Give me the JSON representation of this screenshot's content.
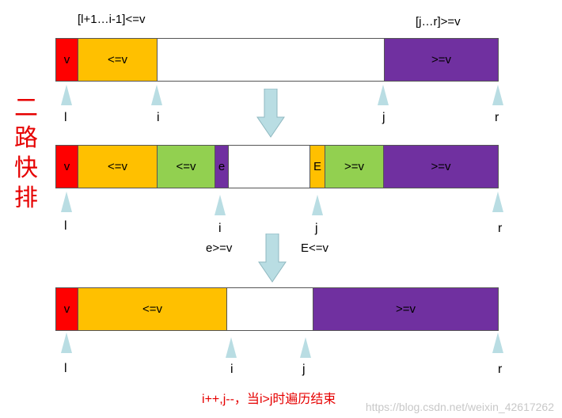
{
  "title_side": [
    "二",
    "路",
    "快",
    "排"
  ],
  "top_annotations": {
    "left": "[l+1…i-1]<=v",
    "right": "[j…r]>=v"
  },
  "row1": {
    "v": "v",
    "le": "<=v",
    "ge": ">=v",
    "labels": {
      "l": "l",
      "i": "i",
      "j": "j",
      "r": "r"
    }
  },
  "row2": {
    "v": "v",
    "le": "<=v",
    "le2": "<=v",
    "e": "e",
    "E": "E",
    "ge2": ">=v",
    "ge": ">=v",
    "labels": {
      "l": "l",
      "i": "i",
      "j": "j",
      "r": "r"
    },
    "notes": {
      "e": "e>=v",
      "E": "E<=v"
    }
  },
  "row3": {
    "v": "v",
    "le": "<=v",
    "ge": ">=v",
    "labels": {
      "l": "l",
      "i": "i",
      "j": "j",
      "r": "r"
    }
  },
  "footer": {
    "i_part": "i",
    "rest1": "++,",
    "j_part": "j",
    "rest2": "--，当",
    "i2": "i",
    "gt": ">",
    "j2": "j",
    "tail": "时遍历结束"
  },
  "watermark": "https://blog.csdn.net/weixin_42617262",
  "colors": {
    "red": "#ff0000",
    "orange": "#ffc000",
    "purple": "#7030a0",
    "green": "#92d050",
    "arrow": "#b9dde3"
  }
}
